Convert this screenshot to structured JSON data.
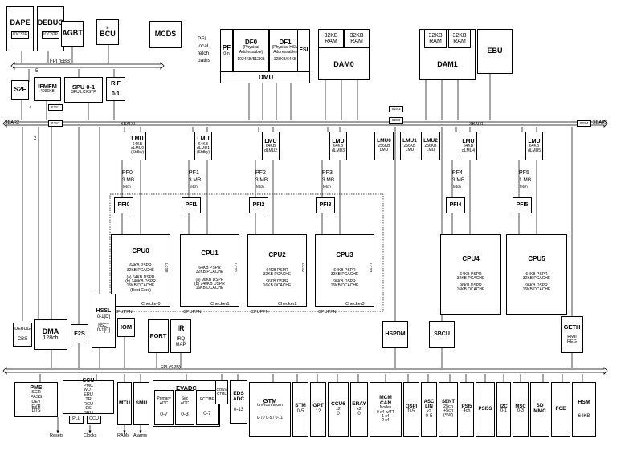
{
  "top_left": {
    "dape": {
      "title": "DAPE",
      "sub": "IOC32E"
    },
    "debug": {
      "title": "DEBUG",
      "sub": "IOC32P"
    },
    "agbt": {
      "title": "AGBT"
    },
    "bcu": {
      "prefix": "E",
      "title": "BCU"
    },
    "mcds": {
      "title": "MCDS"
    }
  },
  "buses": {
    "fpi_ebb": "FPI (EBB)",
    "xbar2_left": "XBAR2",
    "xbar2_right": "XBAR2",
    "xbar1": "XBAR1",
    "xbar0": "XBAR0",
    "fpi_spb": "FPI (SPB)"
  },
  "pfi_paths": {
    "l1": "PFI",
    "l2": "local",
    "l3": "fetch",
    "l4": "paths"
  },
  "dmu": {
    "pf_title": "PF",
    "pf_sub": "0-n",
    "df0_title": "DF0",
    "df0_sub": "(Physical Addressable)",
    "df0_size": "1024KB/512KB",
    "df1_title": "DF1",
    "df1_sub": "(Physical HSM Addressable)",
    "df1_size": "128KB/64KB",
    "fsi": "FSI",
    "title": "DMU"
  },
  "dam0": {
    "ram1": "32KB\nRAM",
    "ram2": "32KB\nRAM",
    "title": "DAM0"
  },
  "dam1": {
    "ram1": "32KB\nRAM",
    "ram2": "32KB\nRAM",
    "title": "DAM1"
  },
  "ebu": {
    "title": "EBU"
  },
  "s2f": {
    "title": "S2F"
  },
  "ifmfm": {
    "title": "IFMFM",
    "sub": "4096KB"
  },
  "spu": {
    "title": "SPU 0-1",
    "sub": "SPU LCKSTP"
  },
  "rif": {
    "title": "RIF",
    "sub": "0-1"
  },
  "bridges": {
    "s2s1": "S2S1",
    "s2s2": "S2S2",
    "s2s3": "S2S3",
    "s2s0": "S2S0",
    "s2s4": "S2S4"
  },
  "misc_labels": {
    "n5": "5",
    "n4": "4",
    "n2": "2"
  },
  "lmu_blocks": [
    {
      "title": "LMU",
      "l1": "64KB",
      "l2": "dLMU0",
      "l3": "(Stdby)"
    },
    {
      "title": "LMU",
      "l1": "64KB",
      "l2": "dLMU1",
      "l3": "(Stdby)"
    },
    {
      "title": "LMU",
      "l1": "64KB",
      "l2": "dLMU2",
      "l3": ""
    },
    {
      "title": "LMU",
      "l1": "64KB",
      "l2": "dLMU3",
      "l3": ""
    },
    {
      "title": "LMU",
      "l1": "64KB",
      "l2": "dLMU4",
      "l3": ""
    },
    {
      "title": "LMU",
      "l1": "64KB",
      "l2": "dLMU5",
      "l3": ""
    }
  ],
  "shared_lmu": [
    {
      "title": "LMU0",
      "l1": "256KB",
      "l2": "LMU"
    },
    {
      "title": "LMU1",
      "l1": "256KB",
      "l2": "LMU"
    },
    {
      "title": "LMU2",
      "l1": "256KB",
      "l2": "LMU"
    }
  ],
  "pf_labels": [
    {
      "name": "PF0",
      "size": "3 MB",
      "sub": "fetch"
    },
    {
      "name": "PF1",
      "size": "3 MB",
      "sub": "fetch"
    },
    {
      "name": "PF2",
      "size": "3 MB",
      "sub": "fetch"
    },
    {
      "name": "PF3",
      "size": "3 MB",
      "sub": "fetch"
    },
    {
      "name": "PF4",
      "size": "3 MB",
      "sub": "fetch"
    },
    {
      "name": "PF5",
      "size": "1 MB",
      "sub": "fetch"
    }
  ],
  "pfi": [
    "PFI0",
    "PFI1",
    "PFI2",
    "PFI3",
    "PFI4",
    "PFI5"
  ],
  "cpus": [
    {
      "title": "CPU0",
      "l1": "64KB PSPR",
      "l2": "32KB PCACHE",
      "l3": "(a) 64KB DSPR",
      "l4": "(b) 240KB DSPR",
      "l5": "16KB DCACHE",
      "l6": "(Boot Core)",
      "checker": "Checker0",
      "lcs": "LCS0"
    },
    {
      "title": "CPU1",
      "l1": "64KB PSPR",
      "l2": "32KB PCACHE",
      "l3": "(a) 96KB DSPR",
      "l4": "(b) 240KB DSPR",
      "l5": "16KB DCACHE",
      "l6": "",
      "checker": "Checker1",
      "lcs": "LCS1"
    },
    {
      "title": "CPU2",
      "l1": "64KB PSPR",
      "l2": "32KB PCACHE",
      "l3": "96KB DSPR",
      "l4": "16KB DCACHE",
      "l5": "",
      "l6": "",
      "checker": "Checker2",
      "lcs": "LCS2"
    },
    {
      "title": "CPU3",
      "l1": "64KB PSPR",
      "l2": "32KB PCACHE",
      "l3": "96KB DSPR",
      "l4": "16KB DCACHE",
      "l5": "",
      "l6": "",
      "checker": "Checker3",
      "lcs": "LCS3"
    },
    {
      "title": "CPU4",
      "l1": "64KB PSPR",
      "l2": "32KB PCACHE",
      "l3": "96KB DSPR",
      "l4": "16KB DCACHE",
      "l5": "",
      "l6": "",
      "checker": "",
      "lcs": ""
    },
    {
      "title": "CPU5",
      "l1": "64KB PSPR",
      "l2": "32KB PCACHE",
      "l3": "96KB DSPR",
      "l4": "16KB DCACHE",
      "l5": "",
      "l6": "",
      "checker": "",
      "lcs": ""
    }
  ],
  "cpupfn": [
    "CPUPFN",
    "CPUPFN",
    "CPUPFN",
    "CPUPFN"
  ],
  "mid_row": {
    "debug_cbs": {
      "title": "DEBUG",
      "sub": "CBS"
    },
    "dma": {
      "title": "DMA",
      "sub": "128ch"
    },
    "f2s": {
      "title": "F2S"
    },
    "hssl": {
      "title": "HSSL",
      "sub": "0-1[D]",
      "sub2": "HSCT",
      "sub3": "0-1[D]"
    },
    "iom": {
      "title": "IOM"
    },
    "port": {
      "title": "PORT"
    },
    "ir": {
      "title": "IR",
      "sub": "IRQ",
      "sub2": "MAP"
    },
    "hspdm": {
      "title": "HSPDM"
    },
    "sbcu": {
      "title": "SBCU"
    },
    "geth": {
      "title": "GETH",
      "sub": "RMII",
      "sub2": "REG"
    }
  },
  "bottom": {
    "pms": {
      "title": "PMS",
      "l1": "SCR",
      "l2": "PASS",
      "l3": "DEV",
      "l4": "EVR",
      "l5": "DTS"
    },
    "scu": {
      "title": "SCU",
      "l1": "PMC",
      "l2": "WDT",
      "l3": "ERU",
      "l4": "TR",
      "l5": "RCU",
      "l6": "ES",
      "l7": "SRU",
      "pll": "PLL",
      "ccu": "CCU"
    },
    "resets": "Resets",
    "clocks": "Clocks",
    "rams": "RAMs",
    "alarms": "Alarms",
    "mtu": "MTU",
    "smu": "SMU",
    "evadc": {
      "title": "EVADC",
      "p": "Primary",
      "padc": "ADC",
      "p_range": "0-7",
      "s": "Sec",
      "sadc": "ADC",
      "s_range": "0-3",
      "f": "FCCMP",
      "f_range": "0-7"
    },
    "conv": {
      "l1": "CONV",
      "l2": "CTRL"
    },
    "edsadc": {
      "title": "EDS",
      "sub": "ADC",
      "range": "0-13"
    },
    "gtm": {
      "title": "GTM",
      "sub": "tim/tom/atom",
      "range": "0-7 / 0-5 / 0-11"
    },
    "stm": {
      "title": "STM",
      "sub": "0-5"
    },
    "gpt": {
      "title": "GPT",
      "sub": "12"
    },
    "ccu6": {
      "title": "CCU6",
      "sub": "x2",
      "range": "0"
    },
    "eray": {
      "title": "ERAY",
      "sub": "x2",
      "range": "0"
    },
    "mcmcan": {
      "title": "MCM",
      "l2": "CAN",
      "l3": "Nodes",
      "l4": "0 x4 w/TT",
      "l5": "1 x4",
      "l6": "2 x4"
    },
    "qspi": {
      "title": "QSPI",
      "sub": "0-5"
    },
    "asclin": {
      "title": "ASC",
      "l2": "LIN",
      "l3": "x2",
      "l4": "0-5"
    },
    "sent": {
      "title": "SENT",
      "l2": "25ch",
      "l3": "+5ch",
      "l4": "(SW)"
    },
    "psi5": {
      "title": "PSI5",
      "sub": "4ch"
    },
    "psi5s": {
      "title": "PSI5S"
    },
    "i2c": {
      "title": "I2C",
      "sub": "0-1"
    },
    "msc": {
      "title": "MSC",
      "sub": "0-3"
    },
    "sdmmc": {
      "title": "SD",
      "sub": "MMC"
    },
    "fce": {
      "title": "FCE"
    },
    "hsm": {
      "title": "HSM",
      "sub": "64KB"
    }
  }
}
